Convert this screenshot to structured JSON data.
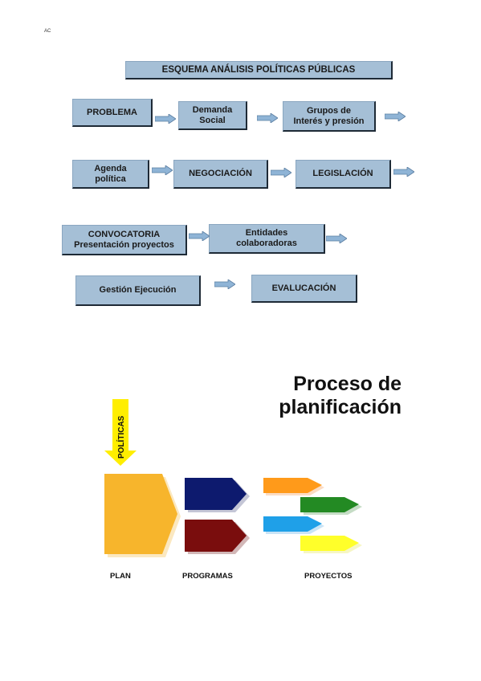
{
  "corner_mark": "AC",
  "scheme": {
    "title": "ESQUEMA ANÁLISIS POLÍTICAS PÚBLICAS",
    "row1": [
      "PROBLEMA",
      "Demanda\nSocial",
      "Grupos de\nInterés y presión"
    ],
    "row2": [
      "Agenda\npolítica",
      "NEGOCIACIÓN",
      "LEGISLACIÓN"
    ],
    "row3": [
      "CONVOCATORIA\nPresentación proyectos",
      "Entidades\ncolaboradoras"
    ],
    "row4": [
      "Gestión Ejecución",
      "EVALUCACIÓN"
    ]
  },
  "planning": {
    "title": "Proceso de planificación",
    "arrow_label": "POLÍTICAS",
    "labels": {
      "plan": "PLAN",
      "programas": "PROGRAMAS",
      "proyectos": "PROYECTOS"
    },
    "colors": {
      "box_fill": "#a5bfd6",
      "arrow_fill": "#8fb4d6",
      "politicas": "#ffee00",
      "plan": "#f7b52c",
      "programa_1": "#0d1a6e",
      "programa_2": "#7a0d0d",
      "proyecto_orange": "#ff9a1a",
      "proyecto_green": "#238a23",
      "proyecto_blue": "#1fa0e8",
      "proyecto_yellow": "#ffff2a"
    }
  }
}
